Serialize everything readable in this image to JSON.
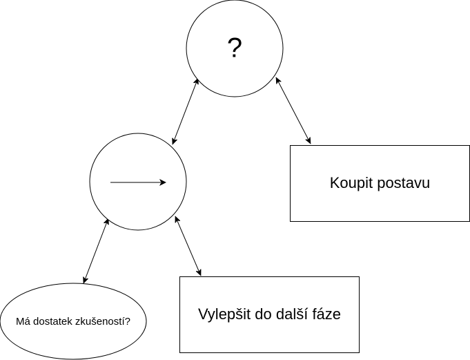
{
  "nodes": {
    "question": {
      "label": "?"
    },
    "sequence": {
      "label": ""
    },
    "buy_character": {
      "label": "Koupit postavu"
    },
    "upgrade_phase": {
      "label": "Vylepšit do další fáze"
    },
    "enough_xp": {
      "label": "Má dostatek zkušeností?"
    }
  },
  "colors": {
    "stroke": "#000000",
    "fill": "#ffffff",
    "text": "#000000"
  },
  "icons": {
    "sequence_symbol": "right-arrow-icon"
  }
}
